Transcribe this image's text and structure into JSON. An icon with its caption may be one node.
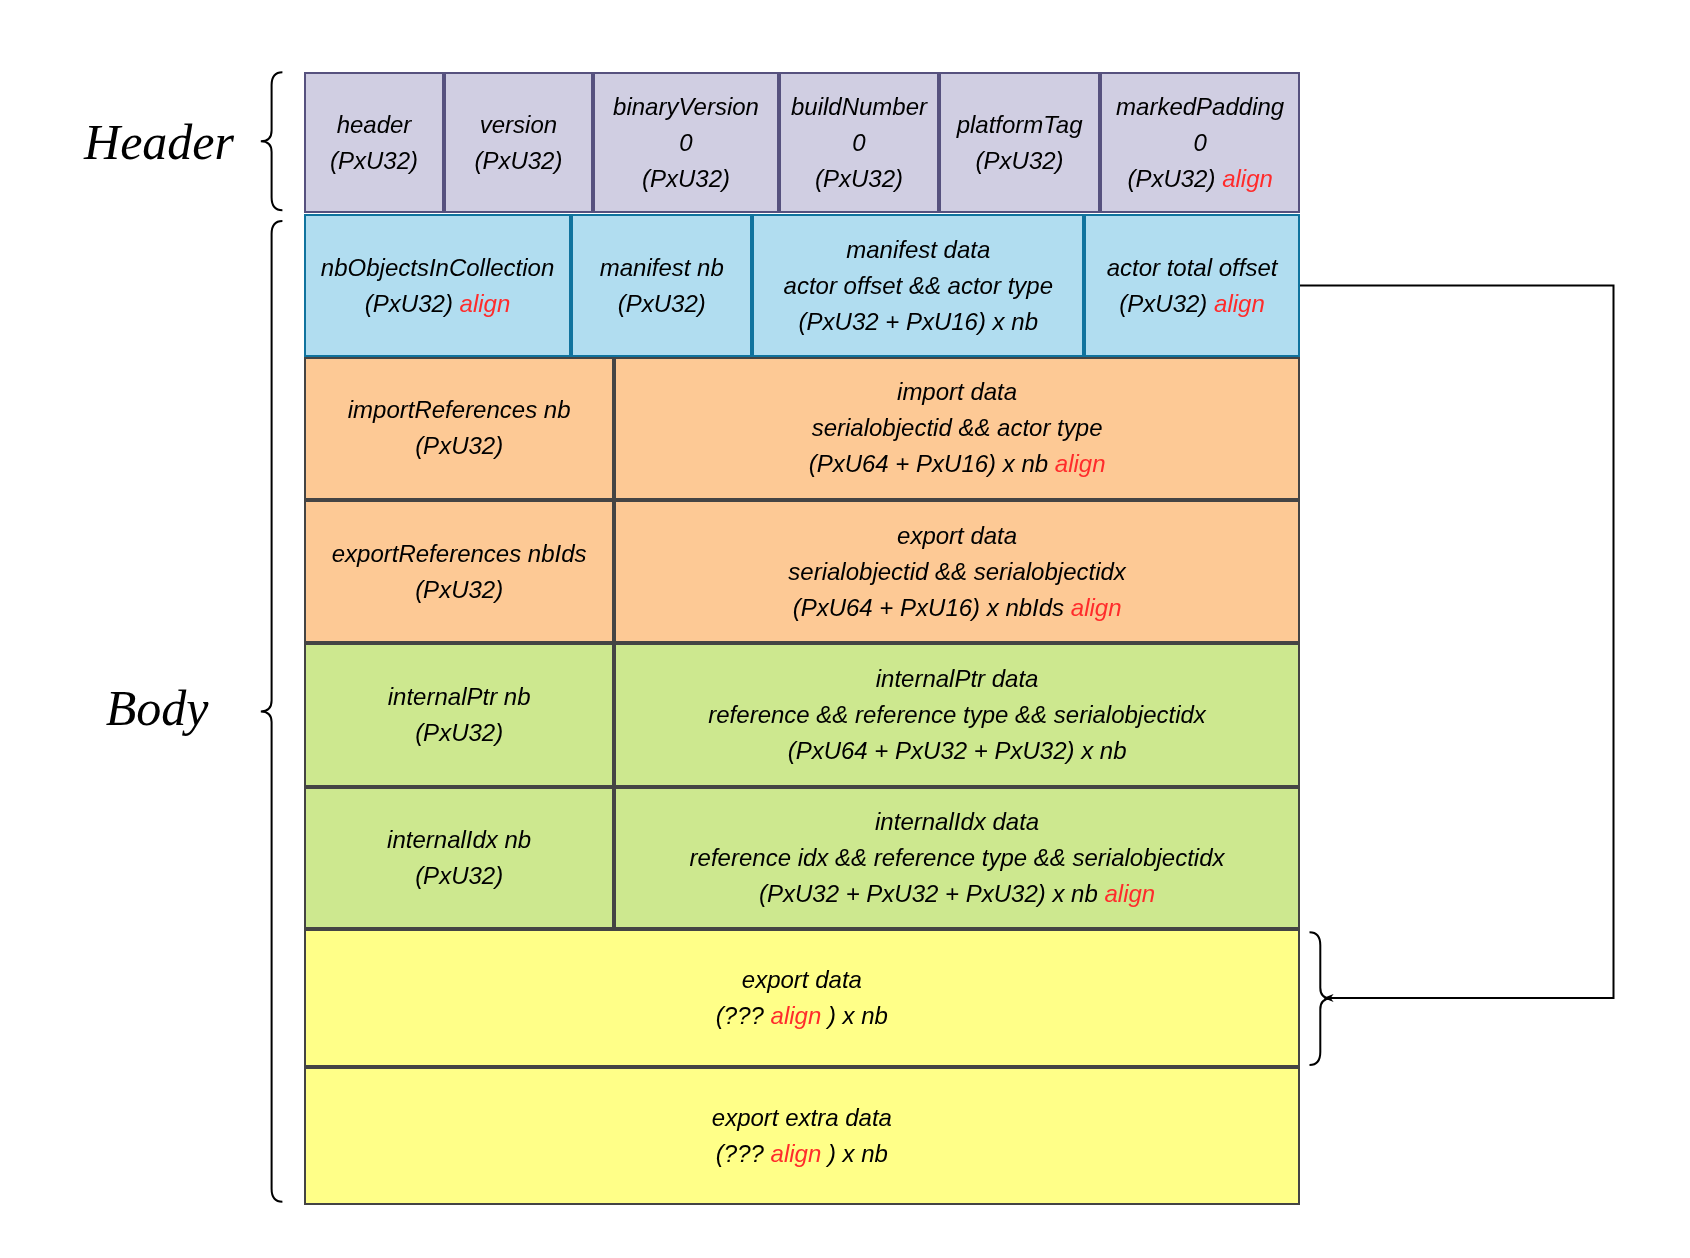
{
  "diagram": {
    "nodes": [
      {
        "text": [
          "header",
          "(PxU32)"
        ]
      },
      {
        "text": [
          "version",
          "(PxU32)"
        ]
      },
      {
        "text": [
          "binaryVersion",
          "0",
          "(PxU32)"
        ]
      },
      {
        "text": [
          "buildNumber",
          "0",
          "(PxU32)"
        ]
      },
      {
        "text": [
          "platformTag",
          "(PxU32)"
        ]
      },
      {
        "text": [
          "markedPadding",
          "0",
          "(PxU32)",
          "align"
        ]
      },
      {
        "text": [
          "nbObjectsInCollection",
          "(PxU32)",
          "align"
        ]
      },
      {
        "text": [
          "manifest nb",
          "(PxU32)"
        ]
      },
      {
        "text": [
          "manifest data",
          "actor offset && actor type",
          "(PxU32 + PxU16) x nb"
        ]
      },
      {
        "text": [
          "actor total offset",
          "(PxU32)",
          "align"
        ]
      },
      {
        "text": [
          "importReferences nb",
          "(PxU32)"
        ]
      },
      {
        "text": [
          "import data",
          "serialobjectid && actor type",
          "(PxU64 + PxU16) x nb",
          "align"
        ]
      },
      {
        "text": [
          "exportReferences nbIds",
          "(PxU32)"
        ]
      },
      {
        "text": [
          "export data",
          "serialobjectid && serialobjectidx",
          "(PxU64 + PxU16) x nbIds",
          "align"
        ]
      },
      {
        "text": [
          "internalPtr nb",
          "(PxU32)"
        ]
      },
      {
        "text": [
          "internalPtr data",
          "reference && reference type && serialobjectidx",
          "(PxU64 + PxU32 + PxU32) x nb"
        ]
      },
      {
        "text": [
          "internalIdx nb",
          "(PxU32)"
        ]
      },
      {
        "text": [
          "internalIdx data",
          "reference idx && reference type && serialobjectidx",
          "(PxU32 + PxU32 + PxU32) x nb",
          "align"
        ]
      },
      {
        "text": [
          "export data",
          "(???",
          "align",
          ") x nb"
        ]
      },
      {
        "text": [
          "export extra data",
          "(???",
          "align",
          ") x nb"
        ]
      }
    ],
    "edges": [
      {
        "from": 9,
        "to": 18,
        "arrow": "to"
      }
    ],
    "labels": [
      "Header",
      "Body"
    ]
  }
}
